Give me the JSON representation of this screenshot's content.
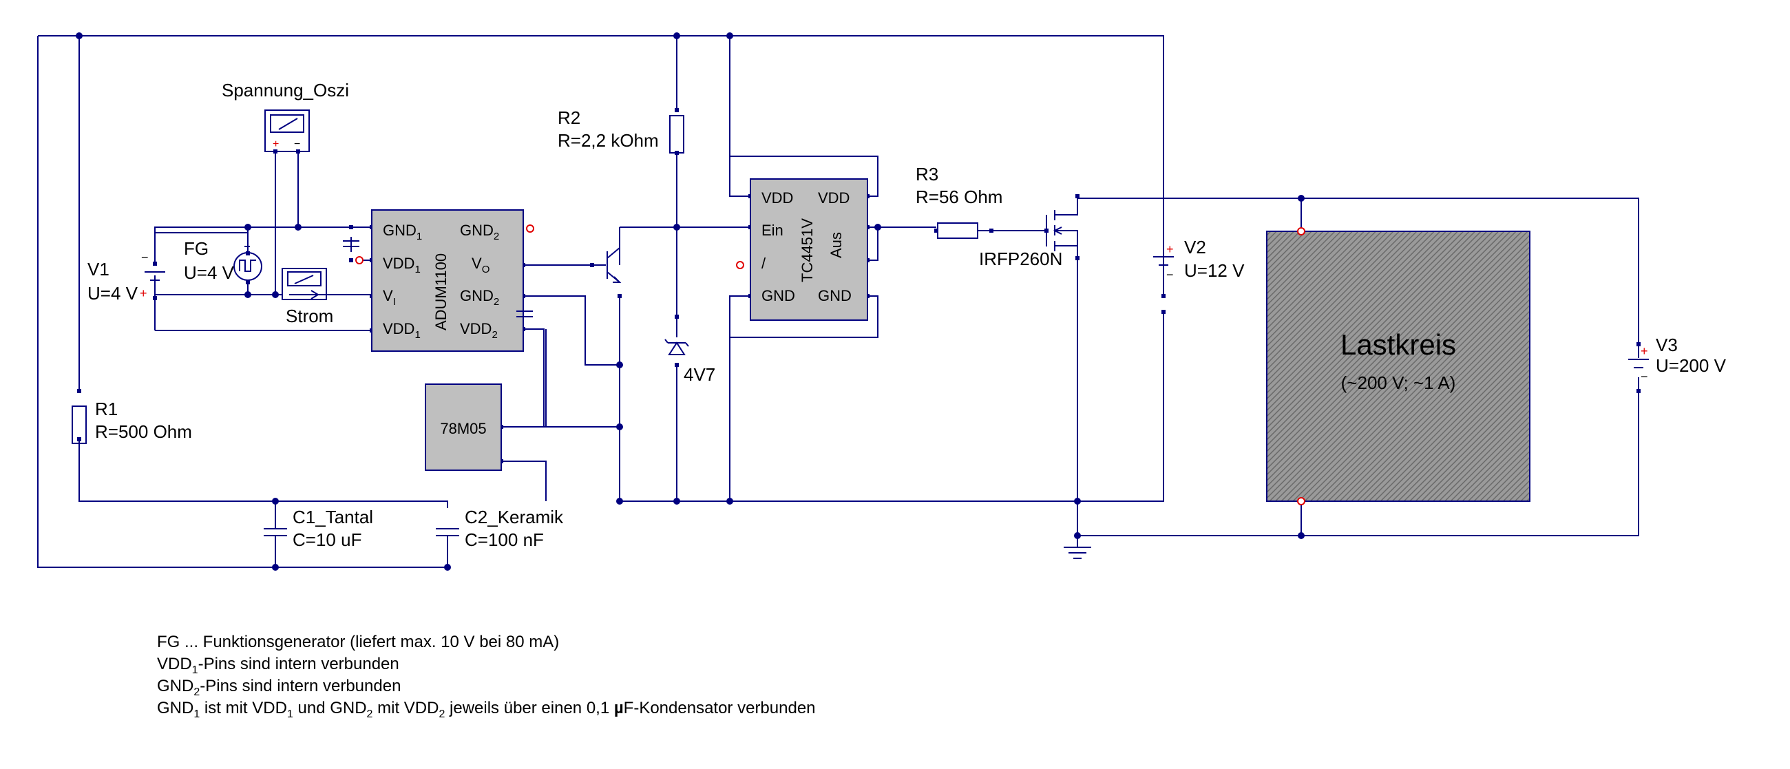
{
  "components": {
    "spannung_oszi": {
      "name": "Spannung_Oszi",
      "plus": "+",
      "minus": "−"
    },
    "strom": {
      "name": "Strom"
    },
    "fg": {
      "name": "FG",
      "value": "U=4 V"
    },
    "v1": {
      "name": "V1",
      "value": "U=4 V"
    },
    "r1": {
      "name": "R1",
      "value": "R=500 Ohm"
    },
    "c1": {
      "name": "C1_Tantal",
      "value": "C=10 uF"
    },
    "c2": {
      "name": "C2_Keramik",
      "value": "C=100 nF"
    },
    "r2": {
      "name": "R2",
      "value": "R=2,2 kOhm"
    },
    "r3": {
      "name": "R3",
      "value": "R=56 Ohm"
    },
    "zener": {
      "name": "4V7"
    },
    "mosfet": {
      "name": "IRFP260N"
    },
    "v2": {
      "name": "V2",
      "value": "U=12 V"
    },
    "v3": {
      "name": "V3",
      "value": "U=200 V"
    },
    "reg": {
      "name": "78M05"
    },
    "lastkreis": {
      "title": "Lastkreis",
      "subtitle": "(~200 V; ~1 A)"
    }
  },
  "adum": {
    "name": "ADUM1100",
    "pins": {
      "gnd1": "GND",
      "gnd1_sub": "1",
      "vdd1a": "VDD",
      "vdd1a_sub": "1",
      "vi": "V",
      "vi_sub": "I",
      "vdd1b": "VDD",
      "vdd1b_sub": "1",
      "gnd2a": "GND",
      "gnd2a_sub": "2",
      "vo": "V",
      "vo_sub": "O",
      "gnd2b": "GND",
      "gnd2b_sub": "2",
      "vdd2": "VDD",
      "vdd2_sub": "2"
    }
  },
  "tc": {
    "name": "TC4451V",
    "pins": {
      "vdd_l": "VDD",
      "vdd_r": "VDD",
      "ein": "Ein",
      "slash": "/",
      "aus": "Aus",
      "gnd_l": "GND",
      "gnd_r": "GND"
    }
  },
  "notes": {
    "n1": "FG ... Funktionsgenerator (liefert max. 10 V bei 80 mA)",
    "n2_a": "VDD",
    "n2_sub": "1",
    "n2_b": "-Pins sind intern verbunden",
    "n3_a": "GND",
    "n3_sub": "2",
    "n3_b": "-Pins sind intern verbunden",
    "n4_a": "GND",
    "n4_s1": "1",
    "n4_b": " ist mit VDD",
    "n4_s2": "1",
    "n4_c": " und GND",
    "n4_s3": "2",
    "n4_d": " mit VDD",
    "n4_s4": "2",
    "n4_e": " jeweils über einen 0,1 ",
    "n4_mu": "µ",
    "n4_f": "F-Kondensator verbunden"
  }
}
